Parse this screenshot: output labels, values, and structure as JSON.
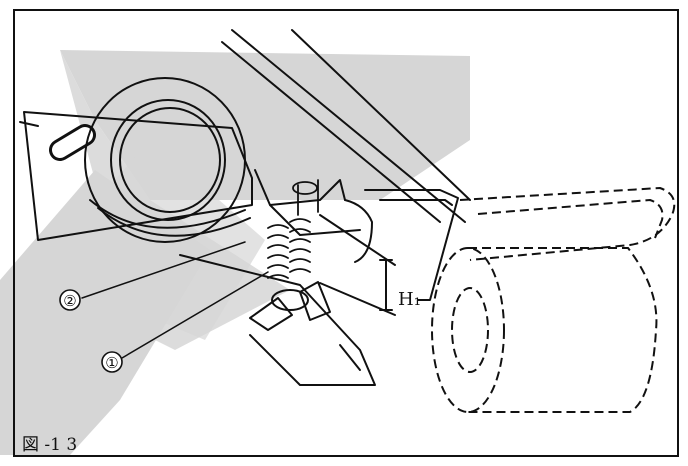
{
  "figure": {
    "caption": "図 -1 3",
    "labels": {
      "part_1": "①",
      "part_2": "②",
      "dimension": "H₁"
    }
  },
  "colors": {
    "ink": "#111111",
    "watermark": "#d3d3d3",
    "paper": "#ffffff"
  }
}
